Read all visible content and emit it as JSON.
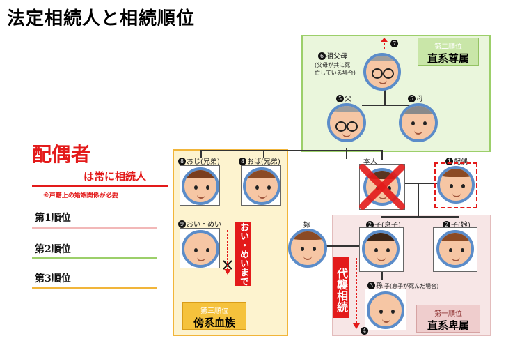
{
  "title": "法定相続人と相続順位",
  "spouse_block": {
    "heading": "配偶者",
    "subheading": "は常に相続人",
    "note": "※戸籍上の婚姻関係が必要"
  },
  "legend": [
    {
      "label": "第1順位",
      "color": "#f2b8b8"
    },
    {
      "label": "第2順位",
      "color": "#9ccf6a"
    },
    {
      "label": "第3順位",
      "color": "#f1b53a"
    }
  ],
  "groups": {
    "second": {
      "rank": "第二順位",
      "name": "直系尊属"
    },
    "third": {
      "rank": "第三順位",
      "name": "傍系血族"
    },
    "first": {
      "rank": "第一順位",
      "name": "直系卑属"
    }
  },
  "people": {
    "grandparents": {
      "num": "6",
      "label": "祖父母",
      "note1": "(父母が共に死",
      "note2": "亡している場合)"
    },
    "num7": "7",
    "father": {
      "num": "5",
      "label": "父"
    },
    "mother": {
      "num": "5",
      "label": "母"
    },
    "uncle": {
      "num": "8",
      "label": "おじ(兄弟)"
    },
    "aunt": {
      "num": "8",
      "label": "おば(兄弟)"
    },
    "nephew": {
      "num": "9",
      "label": "おい・めい"
    },
    "self": {
      "label": "本人"
    },
    "spouse": {
      "num": "1",
      "label": "配偶"
    },
    "bride": {
      "label": "嫁"
    },
    "son": {
      "num": "2",
      "label": "子(息子)"
    },
    "daughter": {
      "num": "2",
      "label": "子(娘)"
    },
    "grandchild": {
      "num": "3",
      "label": "孫",
      "note": "子(息子が死んだ場合)"
    },
    "num4": "4"
  },
  "vertical_labels": {
    "nephew_limit": "おい・めいまで",
    "substitution": "代襲相続"
  },
  "colors": {
    "accent_red": "#e31a1a",
    "face_border": "#5b8cc9"
  }
}
